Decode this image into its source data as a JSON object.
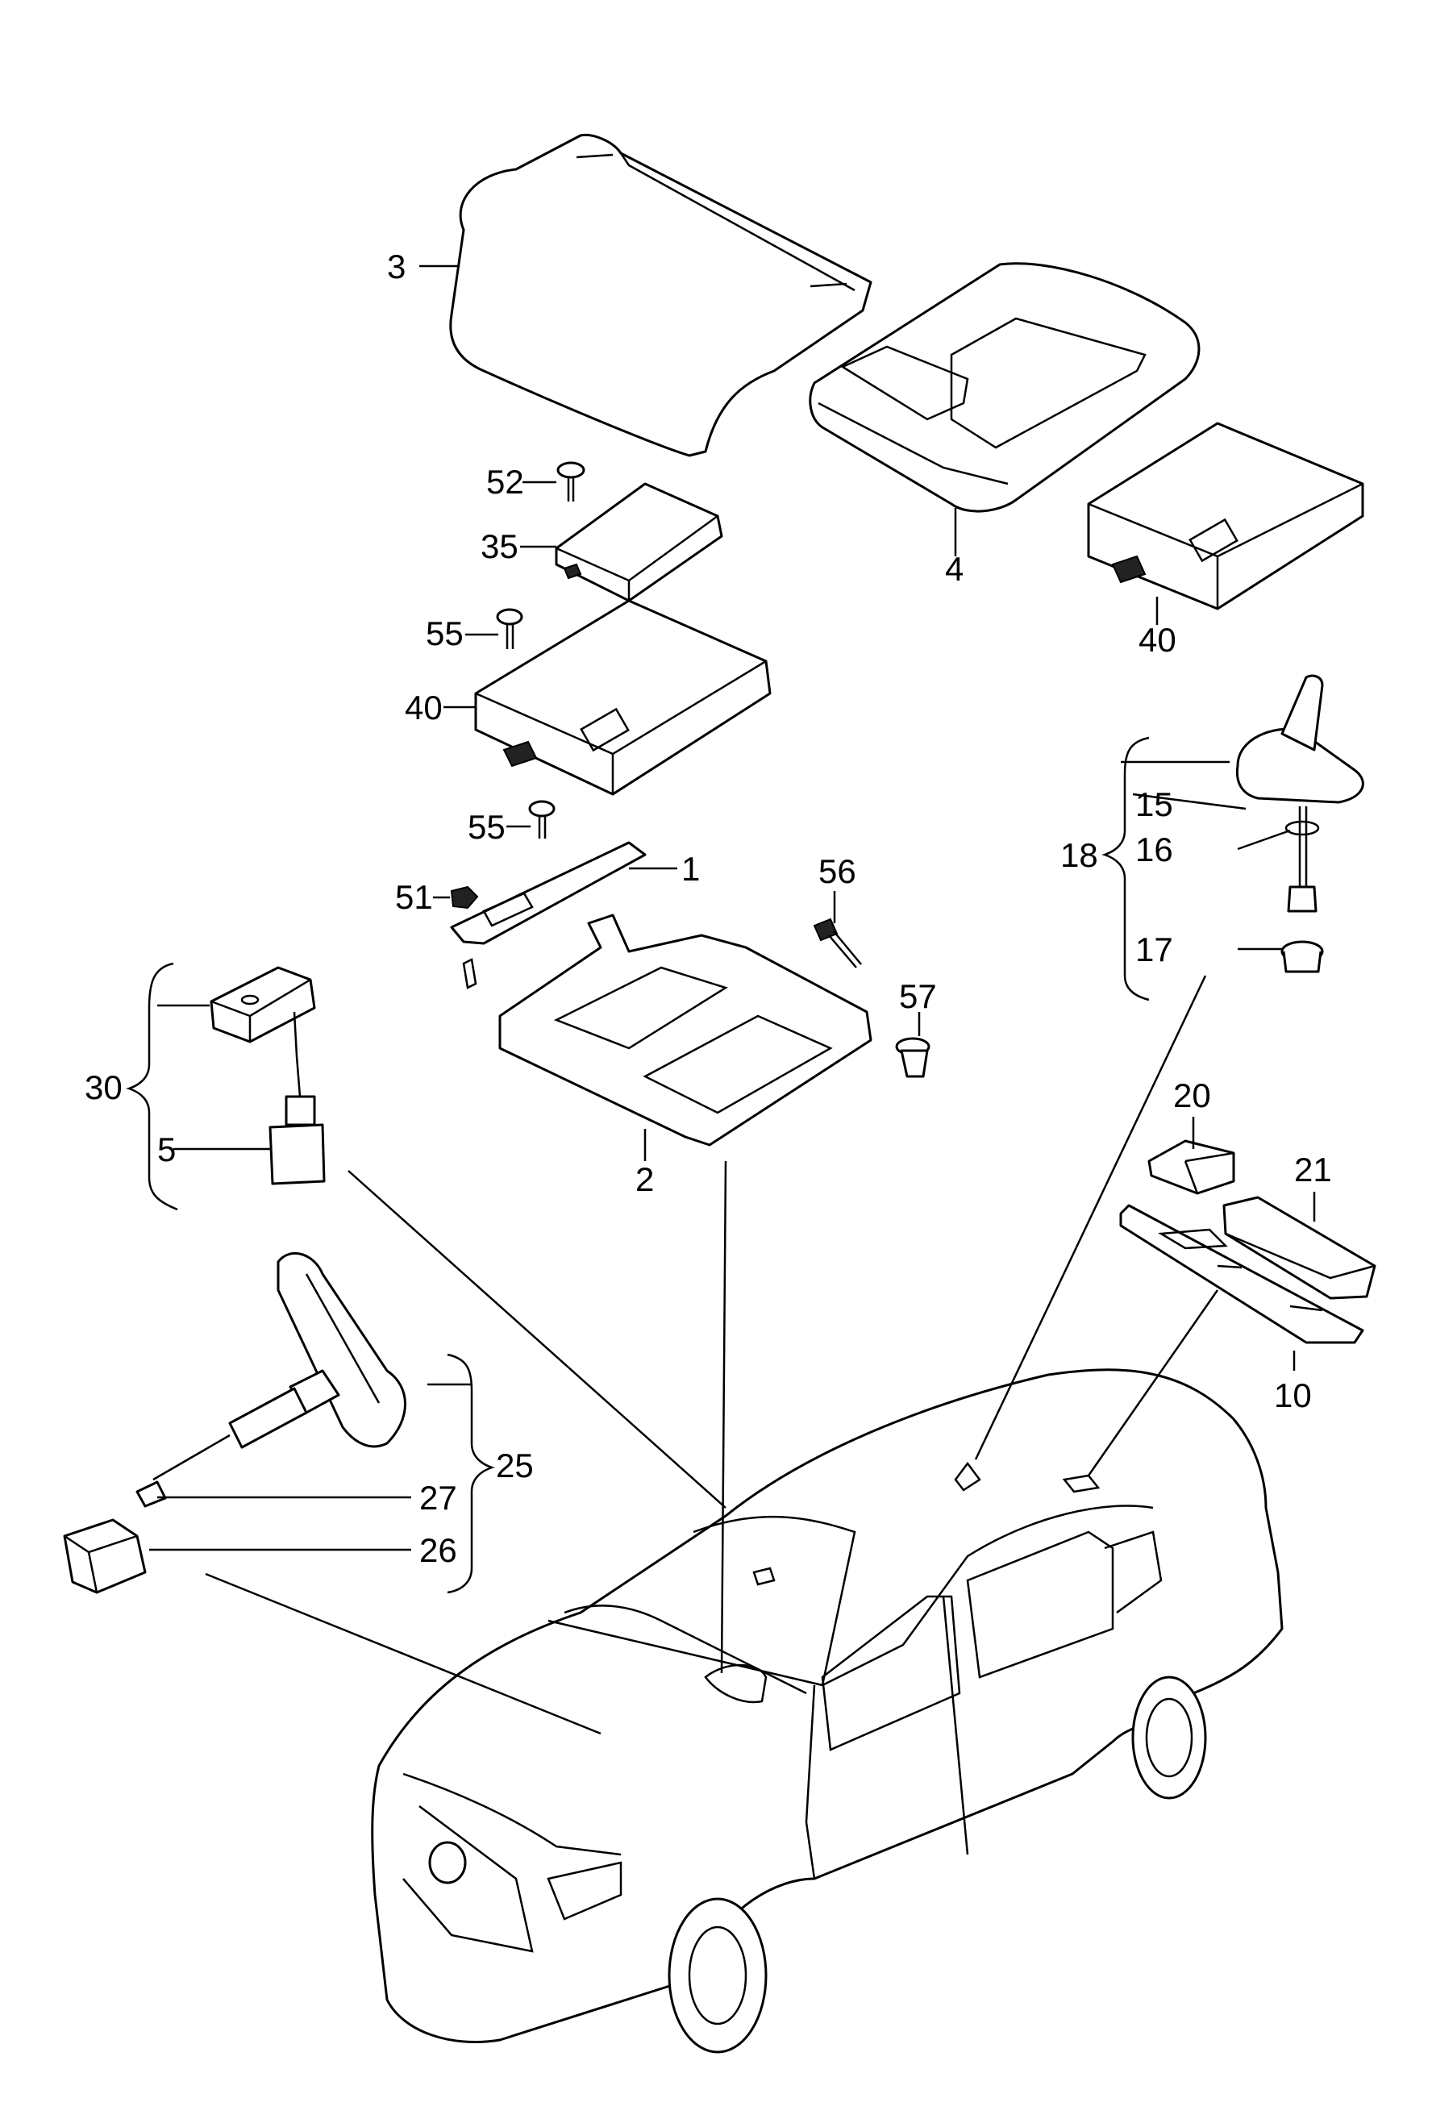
{
  "callouts": {
    "c1": "1",
    "c2": "2",
    "c3": "3",
    "c4": "4",
    "c5": "5",
    "c10": "10",
    "c15": "15",
    "c16": "16",
    "c17": "17",
    "c18": "18",
    "c20": "20",
    "c21": "21",
    "c25": "25",
    "c26": "26",
    "c27": "27",
    "c30": "30",
    "c35": "35",
    "c40a": "40",
    "c40b": "40",
    "c51": "51",
    "c52": "52",
    "c55a": "55",
    "c55b": "55",
    "c56": "56",
    "c57": "57"
  }
}
